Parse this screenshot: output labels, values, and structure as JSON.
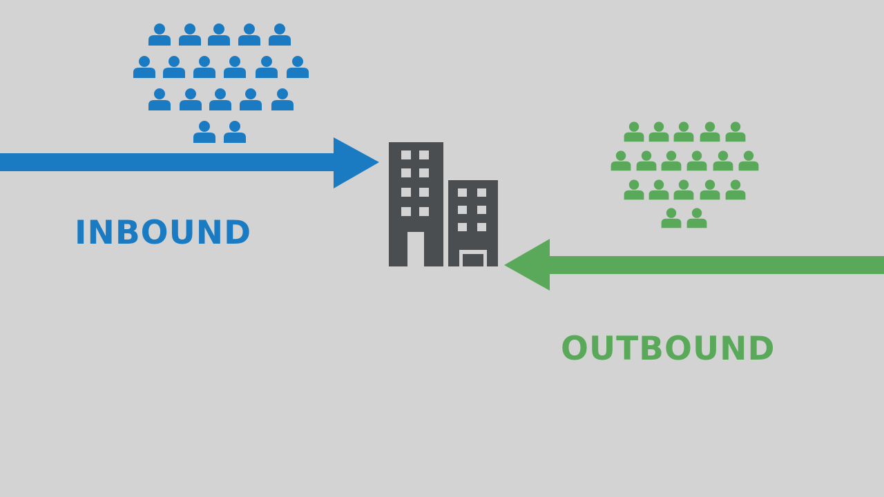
{
  "inbound": {
    "label": "INBOUND",
    "color": "#1a7bc3",
    "icon": "person-icon",
    "people_count": 18
  },
  "outbound": {
    "label": "OUTBOUND",
    "color": "#5aa95a",
    "icon": "person-icon",
    "people_count": 18
  },
  "company": {
    "icon": "office-building-icon",
    "color": "#4b4e50"
  },
  "arrows": {
    "inbound_icon": "arrow-right-icon",
    "outbound_icon": "arrow-left-icon"
  }
}
